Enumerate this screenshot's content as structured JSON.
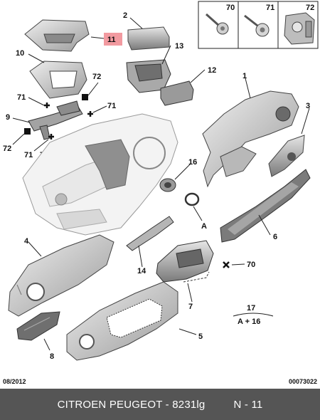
{
  "callouts": {
    "c1": "1",
    "c2": "2",
    "c3": "3",
    "c4": "4",
    "c5": "5",
    "c6": "6",
    "c7": "7",
    "c8": "8",
    "c9": "9",
    "c10": "10",
    "c11": "11",
    "c12": "12",
    "c13": "13",
    "c14": "14",
    "c16": "16",
    "c17": "17",
    "c70": "70",
    "c71": "71",
    "c72": "72",
    "cA": "A"
  },
  "formula": {
    "top": "17",
    "bottom": "A + 16"
  },
  "legend": {
    "l70": "70",
    "l71": "71",
    "l72": "72"
  },
  "date_code": "08/2012",
  "reference": "00073022",
  "footer": {
    "brand": "CITROEN PEUGEOT - 8231lg",
    "page": "N - 11"
  },
  "colors": {
    "highlight": "#f29aa0",
    "footer_bg": "#555555",
    "part_fill": "#d9d9d9",
    "part_dark": "#8a8a8a"
  }
}
